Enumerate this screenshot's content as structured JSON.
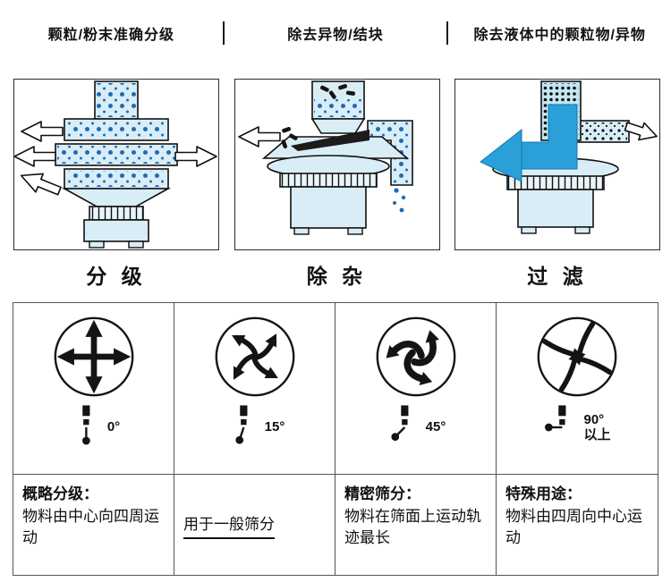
{
  "header": {
    "items": [
      {
        "label": "颗粒/粉末准确分级"
      },
      {
        "label": "除去异物/结块"
      },
      {
        "label": "除去液体中的颗粒物/异物"
      }
    ]
  },
  "captions": [
    {
      "label": "分 级"
    },
    {
      "label": "除 杂"
    },
    {
      "label": "过 滤"
    }
  ],
  "motion_table": {
    "columns": [
      {
        "angle": "0°",
        "title": "概略分级：",
        "body": "物料由中心向四周运动"
      },
      {
        "angle": "15°",
        "title": "",
        "body": "用于一般筛分"
      },
      {
        "angle": "45°",
        "title": "精密筛分：",
        "body": "物料在筛面上运动轨迹最长"
      },
      {
        "angle": "90°\n以上",
        "title": "特殊用途：",
        "body": "物料由四周向中心运动"
      }
    ]
  },
  "colors": {
    "machine_fill": "#d9edf6",
    "particle_blue": "#1d6cb5",
    "flow_arrow_blue": "#2a9fd8",
    "outline": "#111111"
  }
}
